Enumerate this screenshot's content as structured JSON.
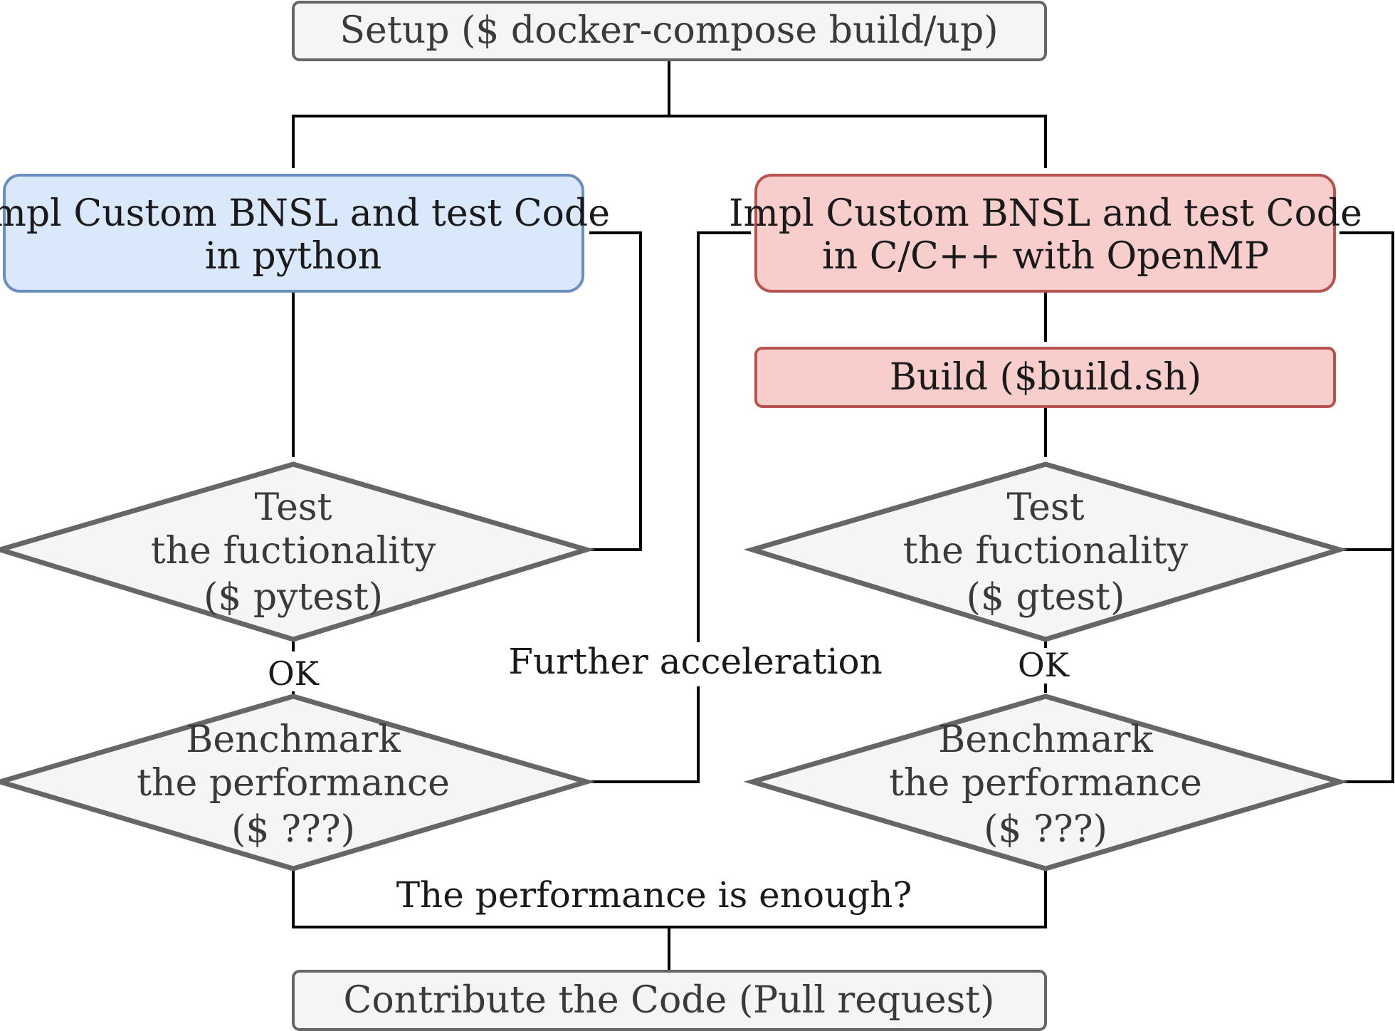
{
  "diagram": {
    "setup": {
      "label": "Setup ($ docker-compose build/up)"
    },
    "python_impl": {
      "line1": "Impl Custom BNSL and test Code",
      "line2": "in python"
    },
    "cpp_impl": {
      "line1": "Impl Custom BNSL and test Code",
      "line2": "in C/C++ with OpenMP"
    },
    "build": {
      "label": "Build ($build.sh)"
    },
    "python_test": {
      "line1": "Test",
      "line2": "the fuctionality",
      "line3": "($ pytest)"
    },
    "cpp_test": {
      "line1": "Test",
      "line2": "the fuctionality",
      "line3": "($ gtest)"
    },
    "python_bench": {
      "line1": "Benchmark",
      "line2": "the performance",
      "line3": "($ ???)"
    },
    "cpp_bench": {
      "line1": "Benchmark",
      "line2": "the performance",
      "line3": "($ ???)"
    },
    "ok_left": "OK",
    "ok_right": "OK",
    "further": "Further acceleration",
    "enough": "The performance is enough?",
    "contribute": {
      "label": "Contribute the Code (Pull request)"
    }
  },
  "colors": {
    "gray_fill": "#f5f5f5",
    "gray_stroke": "#666666",
    "blue_fill": "#dae8fc",
    "blue_stroke": "#6c8ebf",
    "red_fill": "#f8cecc",
    "red_stroke": "#b85450",
    "edge": "#000000"
  }
}
